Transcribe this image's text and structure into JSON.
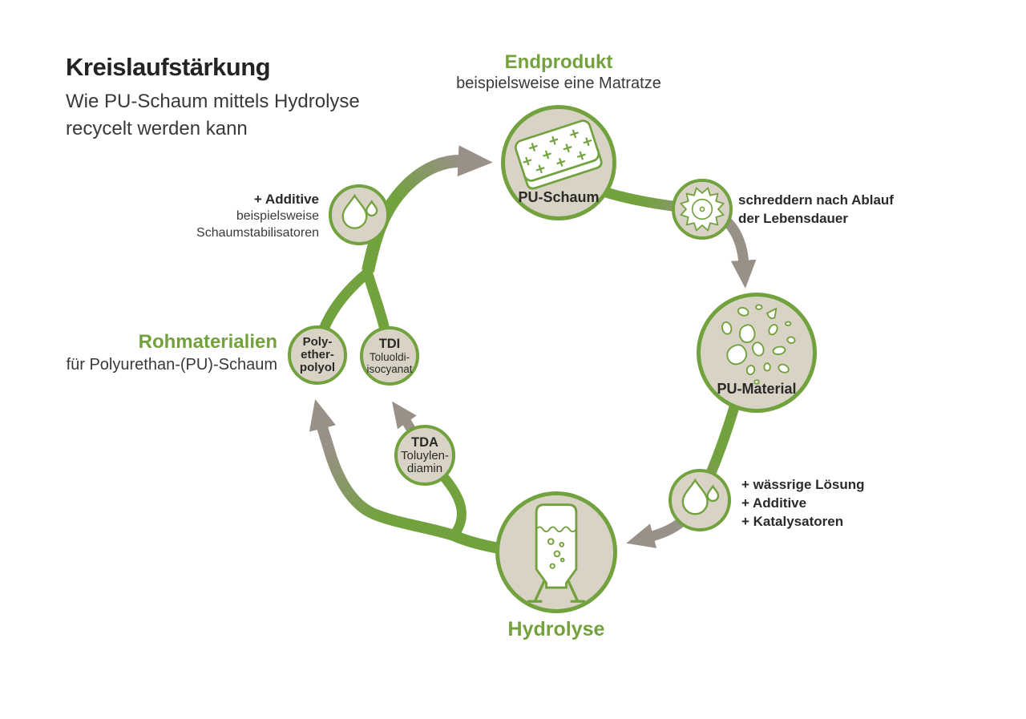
{
  "title": {
    "heading": "Kreislaufstärkung",
    "subtitle_line1": "Wie PU-Schaum mittels Hydrolyse",
    "subtitle_line2": "recycelt werden kann"
  },
  "endproduct": {
    "heading": "Endprodukt",
    "subheading": "beispielsweise eine Matratze",
    "node_label": "PU-Schaum"
  },
  "shredding": {
    "line1": "schreddern nach Ablauf",
    "line2": "der Lebensdauer"
  },
  "pu_material": {
    "node_label": "PU-Material"
  },
  "hydrolysis_inputs": {
    "line1": "+ wässrige Lösung",
    "line2": "+ Additive",
    "line3": "+ Katalysatoren"
  },
  "hydrolysis": {
    "heading": "Hydrolyse"
  },
  "tda": {
    "abbr": "TDA",
    "name_line1": "Toluylen-",
    "name_line2": "diamin"
  },
  "raw_materials": {
    "heading": "Rohmaterialien",
    "subheading": "für Polyurethan-(PU)-Schaum"
  },
  "polyetherpolyol": {
    "line1": "Poly-",
    "line2": "ether-",
    "line3": "polyol"
  },
  "tdi": {
    "abbr": "TDI",
    "name_line1": "Toluoldi-",
    "name_line2": "isocyanat"
  },
  "additives": {
    "line1": "+ Additive",
    "line2": "beispielsweise",
    "line3": "Schaumstabilisatoren"
  },
  "icons": {
    "mattress": "mattress-icon",
    "saw_blade": "saw-blade-icon",
    "shredded_pieces": "shredded-pieces-icon",
    "droplets": "droplets-icon",
    "reactor": "reactor-vessel-icon"
  },
  "colors": {
    "green": "#72A23D",
    "green_text": "#73A23D",
    "circle_beige": "#D9D3C6",
    "arrow_gray": "#999087",
    "text_dark": "#2B2A28",
    "text_gray": "#3A3938"
  }
}
